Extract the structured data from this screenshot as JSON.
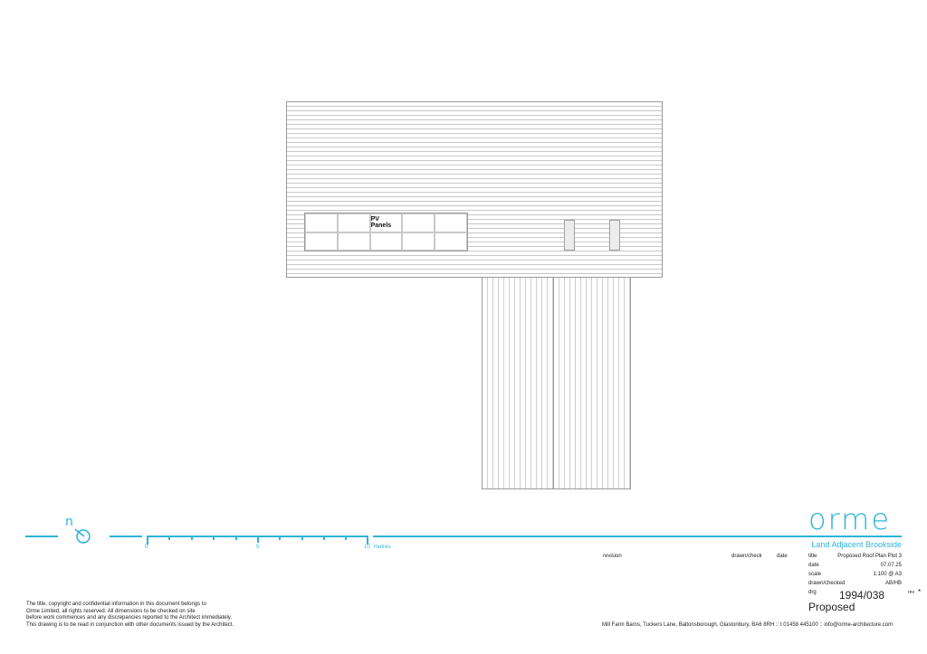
{
  "drawing": {
    "pv_label": "PV Panels",
    "pv_grid": {
      "columns": 5,
      "rows": 2
    },
    "rooflights": 2
  },
  "north_arrow": {
    "letter": "n"
  },
  "scale_bar": {
    "labels": [
      "0",
      "5",
      "10"
    ],
    "unit": "metres"
  },
  "title_block": {
    "logo": "orme",
    "project": "Land Adjacent Brookside",
    "revision_header": "revision",
    "drawn_check_header": "drawn/check",
    "date_header": "date",
    "fields": [
      {
        "label": "title",
        "value": "Proposed Roof Plan Plot 3"
      },
      {
        "label": "date",
        "value": "07.07.25"
      },
      {
        "label": "scale",
        "value": "1:100 @ A3"
      },
      {
        "label": "drawn/checked",
        "value": "AB/HB"
      }
    ],
    "drg_label": "drg",
    "drg_number": "1994/038",
    "rev_label": "rev",
    "rev_value": "*",
    "status": "Proposed",
    "address": "Mill Farm Barns, Tuckers Lane, Baltonsborough, Glastonbury, BA6 8RH :: t 01458 445100 :: info@orme-architecture.com"
  },
  "disclaimer": {
    "lines": [
      "The title, copyright and confidential information in this document belongs to",
      "Orme Limited, all rights reserved. All dimensions to be checked on site",
      "before work commences and any discrepancies reported to the Architect immediately.",
      "This drawing is to be read in conjunction with other documents issued by the Architect."
    ]
  },
  "colors": {
    "accent": "#2bb5d8",
    "line": "#9a9a9a"
  }
}
